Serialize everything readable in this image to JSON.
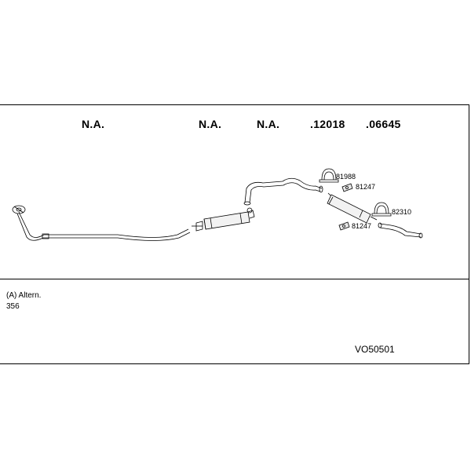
{
  "header_part_numbers": [
    "N.A.",
    "N.A.",
    "N.A.",
    ".12018",
    ".06645"
  ],
  "small_part_labels": {
    "clamp_a": "81988",
    "bracket_a": "81247",
    "clamp_b": "82310",
    "bracket_b": "81247"
  },
  "notes": {
    "line1": "(A) Altern.",
    "line2": "356"
  },
  "kit_code": "VO50501"
}
